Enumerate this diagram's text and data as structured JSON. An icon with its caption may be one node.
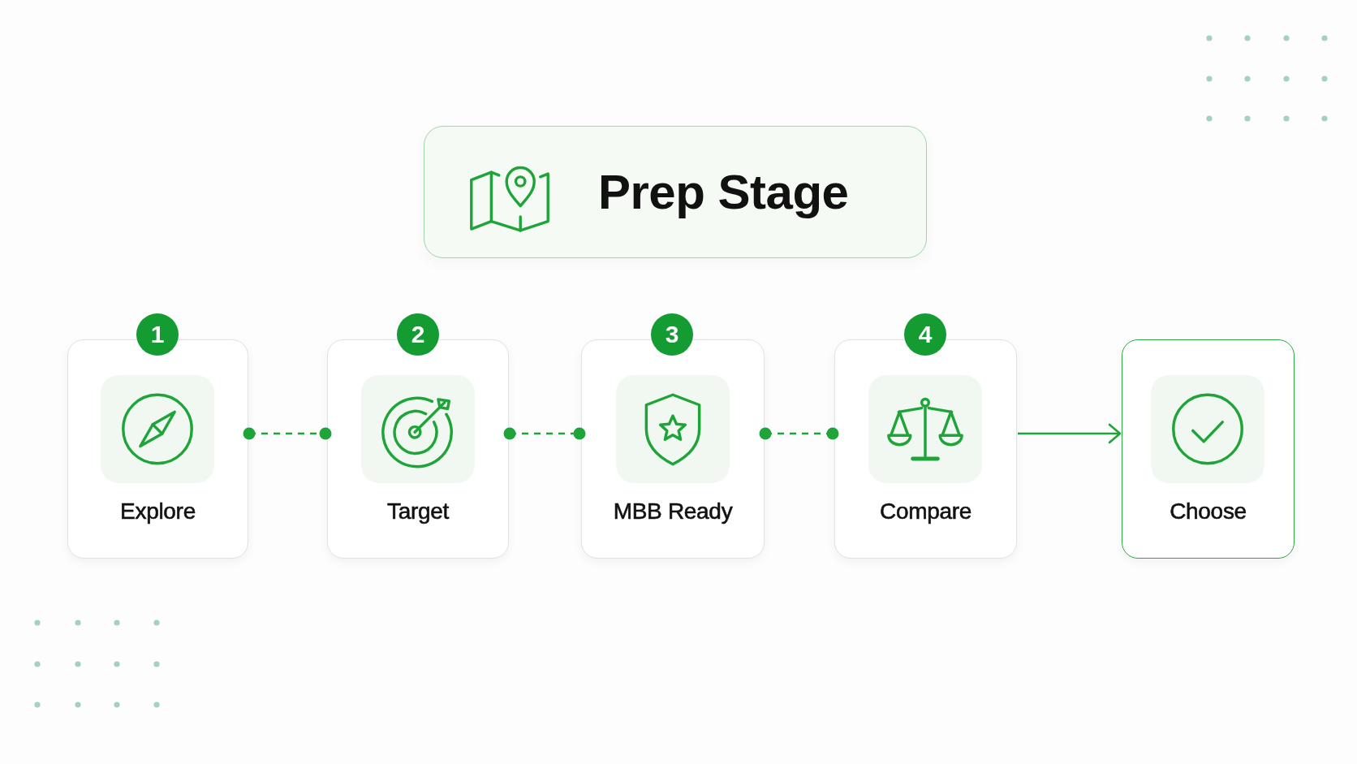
{
  "diagram": {
    "nodes": [
      {
        "text": [
          "Prep Stage"
        ]
      },
      {
        "text": [
          "1"
        ]
      },
      {
        "text": [
          "Explore"
        ]
      },
      {
        "text": [
          "2"
        ]
      },
      {
        "text": [
          "Target"
        ]
      },
      {
        "text": [
          "3"
        ]
      },
      {
        "text": [
          "MBB Ready"
        ]
      },
      {
        "text": [
          "4"
        ]
      },
      {
        "text": [
          "Compare"
        ]
      },
      {
        "text": [
          "Choose"
        ]
      }
    ],
    "edges": [
      {
        "from": 2,
        "to": 4,
        "arrow": "other",
        "style": "dashed"
      },
      {
        "from": 4,
        "to": 6,
        "arrow": "other",
        "style": "dashed"
      },
      {
        "from": 6,
        "to": 8,
        "arrow": "other",
        "style": "dashed"
      },
      {
        "from": 8,
        "to": 9,
        "arrow": "to"
      }
    ]
  }
}
